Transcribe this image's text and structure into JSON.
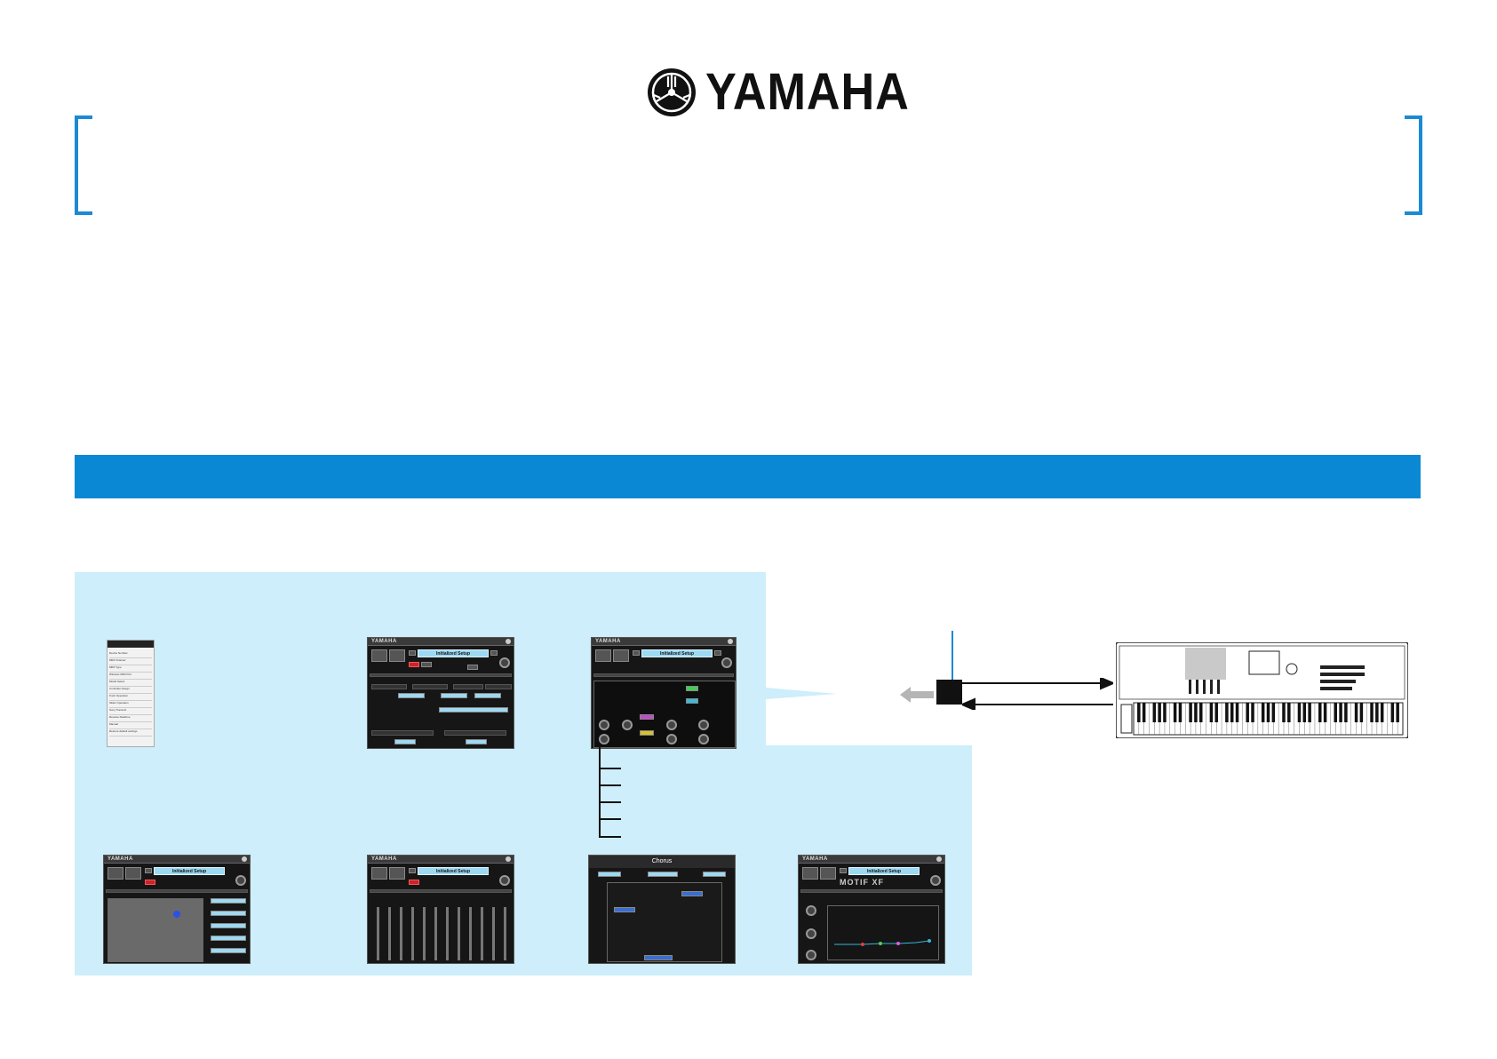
{
  "header": {
    "brand": "YAMAHA",
    "accent_color": "#0b88d4",
    "bracket_color": "#1b8ad4"
  },
  "panel": {
    "color": "#cdeefa"
  },
  "screens": {
    "performance_title": "Initialized Setup",
    "effect_title": "Initialized Setup",
    "xy_title": "Initialized Setup",
    "mixer_title": "Initialized Setup",
    "eq_title": "Initialized Setup",
    "chorus_title": "Chorus",
    "motif_label": "MOTIF XF",
    "window_brand": "YAMAHA"
  },
  "settings_list": {
    "items": [
      "Device Number",
      "MIDI Channel",
      "MIDI Type",
      "Wireless MIDI Port",
      "Model Select",
      "Controller Assign",
      "Knob Operation",
      "Slider Operation",
      "Sony Transmit",
      "Receive Realtime",
      "Manual",
      "Restore default settings"
    ]
  },
  "icons": {
    "logo": "yamaha-tuning-forks-logo",
    "keyboard": "motif-xf-synthesizer-illustration",
    "connector": "midi-port-icon"
  }
}
